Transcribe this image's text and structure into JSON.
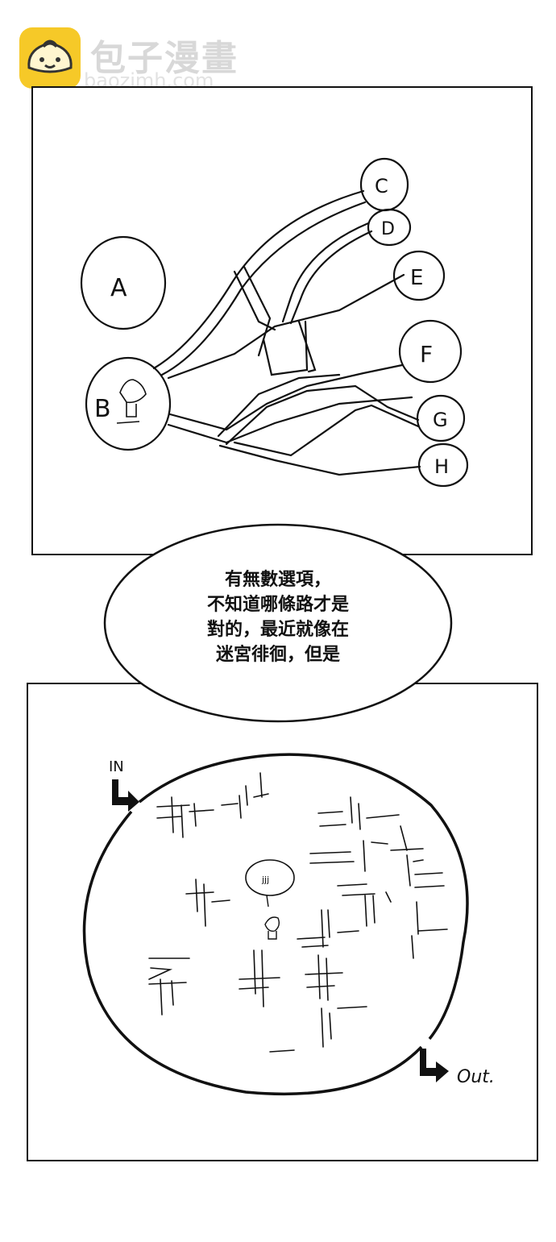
{
  "watermark": {
    "title": "包子漫畫",
    "url": "baozimh.com"
  },
  "panel1": {
    "nodes": {
      "a": "A",
      "b": "B",
      "c": "C",
      "d": "D",
      "e": "E",
      "f": "F",
      "g": "G",
      "h": "H"
    }
  },
  "speech": {
    "lines": [
      "有無數選項，",
      "不知道哪條路才是",
      "對的，最近就像在",
      "迷宮徘徊，但是"
    ]
  },
  "panel2": {
    "in_label": "IN",
    "out_label": "Out.",
    "thought": "jjj"
  }
}
